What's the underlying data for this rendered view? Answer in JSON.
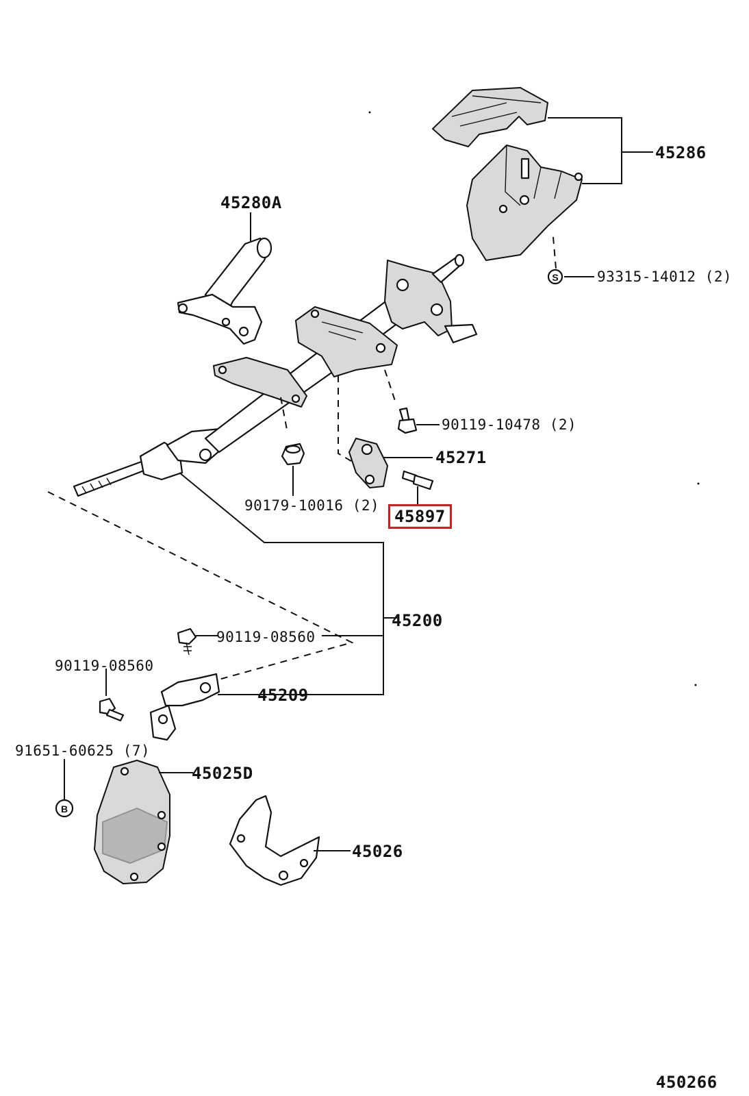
{
  "labels": {
    "l45286": "45286",
    "l45280A": "45280A",
    "l93315": "93315-14012 (2)",
    "l90119_10478": "90119-10478 (2)",
    "l45271": "45271",
    "l90179": "90179-10016 (2)",
    "l45897": "45897",
    "l45200": "45200",
    "l90119_08560a": "90119-08560",
    "l90119_08560b": "90119-08560",
    "l45209": "45209",
    "l91651": "91651-60625 (7)",
    "l45025D": "45025D",
    "l45026": "45026",
    "figure_number": "450266"
  },
  "markers": {
    "s_symbol": "S",
    "b_symbol": "B"
  },
  "highlight_color": "#d81b1b"
}
